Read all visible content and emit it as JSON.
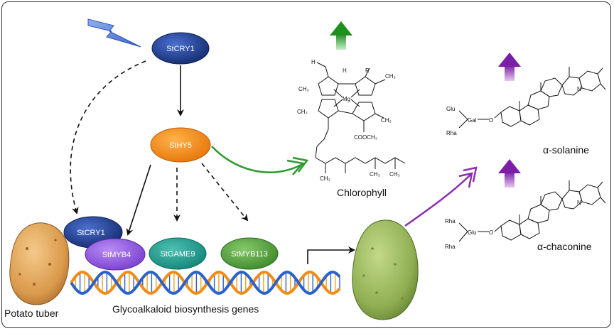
{
  "nodes": {
    "stcry1_top": "StCRY1",
    "sthy5": "StHY5",
    "stcry1_bottom": "StCRY1",
    "stmyb4": "StMYB4",
    "stgame9": "StGAME9",
    "stmyb113": "StMYB113"
  },
  "labels": {
    "potato_tuber": "Potato tuber",
    "genes": "Glycoalkaloid biosynthesis genes",
    "chlorophyll": "Chlorophyll",
    "solanine": "α-solanine",
    "chaconine": "α-chaconine"
  },
  "chem": {
    "mg": "Mg",
    "r": "R",
    "glu": "Glu",
    "gal": "Gal",
    "rha": "Rha",
    "o": "O",
    "n": "N",
    "ch3": "CH₃",
    "cooch3": "COOCH₃",
    "h": "H"
  },
  "colors": {
    "cry1": "#1f3f8f",
    "hy5": "#f08c1a",
    "myb4": "#8a4fd8",
    "game9": "#1e9a8a",
    "myb113": "#4e9a3a",
    "green_arrow": "#2e9a2e",
    "purple_arrow": "#8b2fb0"
  }
}
